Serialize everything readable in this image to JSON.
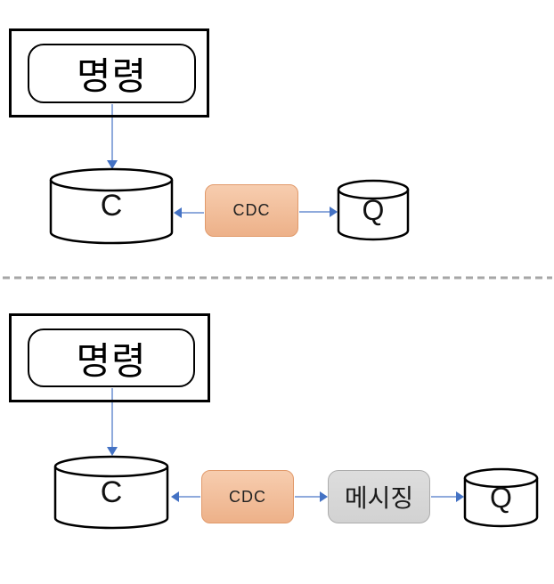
{
  "page": {
    "background": "#FFFFFF",
    "kind": "architecture-diagram"
  },
  "colors": {
    "shape_stroke": "#000000",
    "arrow_line": "#8FAADC",
    "arrow_head": "#4472C4",
    "cdc_fill_top": "#F7CDAF",
    "cdc_fill_bottom": "#EDB189",
    "cdc_border": "#E19A6B",
    "messaging_fill_top": "#DDDDDD",
    "messaging_fill_bottom": "#D2D2D2",
    "messaging_border": "#ACACAC",
    "divider": "#A6A6A6"
  },
  "diagram_top": {
    "command_label": "명령",
    "command_db_label": "C",
    "cdc_label": "CDC",
    "query_db_label": "Q"
  },
  "diagram_bottom": {
    "command_label": "명령",
    "command_db_label": "C",
    "cdc_label": "CDC",
    "messaging_label": "메시징",
    "query_db_label": "Q"
  }
}
